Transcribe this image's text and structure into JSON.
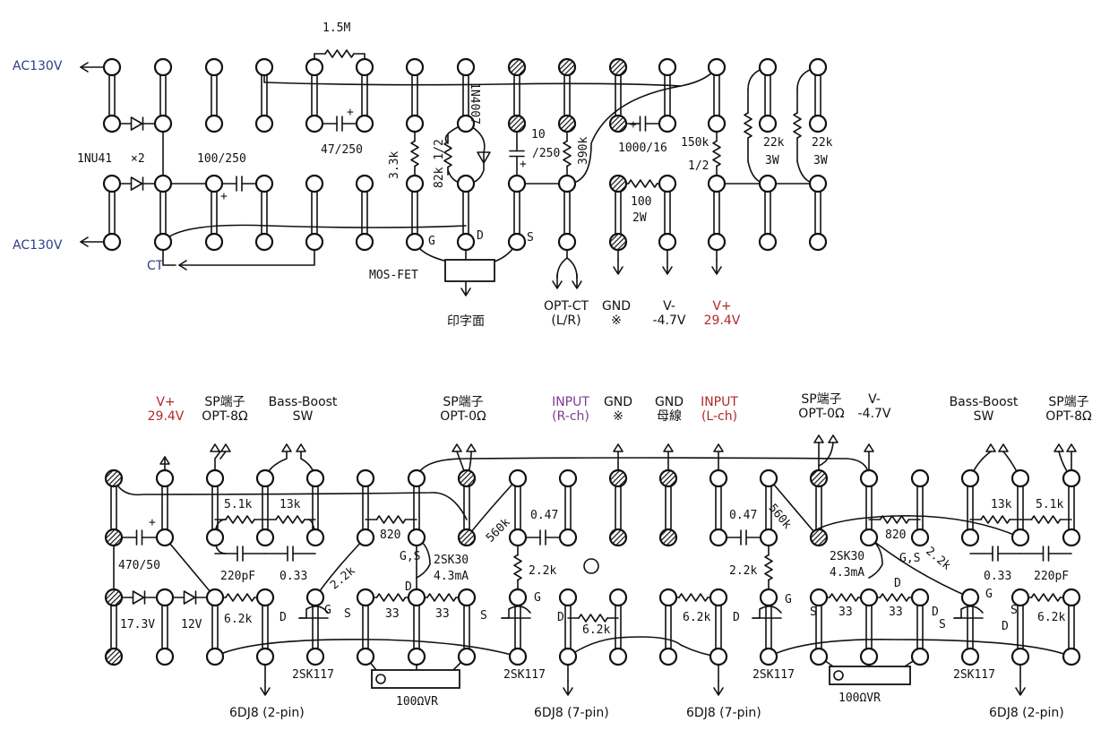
{
  "top_board": {
    "left_terminals": [
      {
        "id": "ac1",
        "text": "AC130V"
      },
      {
        "id": "ac2",
        "text": "AC130V"
      },
      {
        "id": "ct",
        "text": "CT"
      }
    ],
    "components": [
      {
        "id": "r15m",
        "text": "1.5M"
      },
      {
        "id": "diode",
        "text": "1N4007"
      },
      {
        "id": "d1n41",
        "text": "1NU41"
      },
      {
        "id": "x2",
        "text": "×2"
      },
      {
        "id": "c100",
        "text": "100/250"
      },
      {
        "id": "c47",
        "text": "47/250"
      },
      {
        "id": "r33k",
        "text": "3.3k"
      },
      {
        "id": "r82k",
        "text": "82k 1/2"
      },
      {
        "id": "c10",
        "text": "10"
      },
      {
        "id": "c250",
        "text": "/250"
      },
      {
        "id": "r390k",
        "text": "390k"
      },
      {
        "id": "c1000",
        "text": "1000/16"
      },
      {
        "id": "r100",
        "text": "100"
      },
      {
        "id": "r2w",
        "text": "2W"
      },
      {
        "id": "r150k",
        "text": "150k"
      },
      {
        "id": "rhalf",
        "text": "1/2"
      },
      {
        "id": "r22k1",
        "text": "22k"
      },
      {
        "id": "r3w1",
        "text": "3W"
      },
      {
        "id": "r22k2",
        "text": "22k"
      },
      {
        "id": "r3w2",
        "text": "3W"
      },
      {
        "id": "g",
        "text": "G"
      },
      {
        "id": "d",
        "text": "D"
      },
      {
        "id": "s",
        "text": "S"
      },
      {
        "id": "plus1",
        "text": "+"
      },
      {
        "id": "plus2",
        "text": "+"
      },
      {
        "id": "plus3",
        "text": "+"
      },
      {
        "id": "plus4",
        "text": "+"
      }
    ],
    "mosfet": {
      "label": "MOS-FET",
      "note": "印字面"
    },
    "outputs": [
      {
        "id": "optct",
        "line1": "OPT-CT",
        "line2": "(L/R)"
      },
      {
        "id": "gnd",
        "line1": "GND",
        "line2": "※"
      },
      {
        "id": "vminus",
        "line1": "V-",
        "line2": "-4.7V"
      },
      {
        "id": "vplus",
        "line1": "V+",
        "line2": "29.4V"
      }
    ]
  },
  "bottom_board": {
    "top_labels": [
      {
        "id": "vplus",
        "line1": "V+",
        "line2": "29.4V"
      },
      {
        "id": "sp1",
        "line1": "SP端子",
        "line2": "OPT-8Ω"
      },
      {
        "id": "bb1",
        "line1": "Bass-Boost",
        "line2": "SW"
      },
      {
        "id": "sp2",
        "line1": "SP端子",
        "line2": "OPT-0Ω"
      },
      {
        "id": "inr",
        "line1": "INPUT",
        "line2": "(R-ch)"
      },
      {
        "id": "gnd",
        "line1": "GND",
        "line2": "※"
      },
      {
        "id": "gndbus",
        "line1": "GND",
        "line2": "母線"
      },
      {
        "id": "inl",
        "line1": "INPUT",
        "line2": "(L-ch)"
      },
      {
        "id": "sp3",
        "line1": "SP端子",
        "line2": "OPT-0Ω"
      },
      {
        "id": "vminus",
        "line1": "V-",
        "line2": "-4.7V"
      },
      {
        "id": "bb2",
        "line1": "Bass-Boost",
        "line2": "SW"
      },
      {
        "id": "sp4",
        "line1": "SP端子",
        "line2": "OPT-8Ω"
      }
    ],
    "components": [
      {
        "id": "c470",
        "text": "470/50"
      },
      {
        "id": "plus",
        "text": "+"
      },
      {
        "id": "r51k1",
        "text": "5.1k"
      },
      {
        "id": "r13k1",
        "text": "13k"
      },
      {
        "id": "c220p1",
        "text": "220pF"
      },
      {
        "id": "c033a",
        "text": "0.33"
      },
      {
        "id": "r22kA",
        "text": "2.2k"
      },
      {
        "id": "r820a",
        "text": "820"
      },
      {
        "id": "gs1",
        "text": "G,S"
      },
      {
        "id": "fet30a",
        "text": "2SK30"
      },
      {
        "id": "ma1",
        "text": "4.3mA"
      },
      {
        "id": "r560a",
        "text": "560k"
      },
      {
        "id": "c047a",
        "text": "0.47"
      },
      {
        "id": "r22kB",
        "text": "2.2k"
      },
      {
        "id": "c047b",
        "text": "0.47"
      },
      {
        "id": "r560b",
        "text": "560k"
      },
      {
        "id": "r22kC",
        "text": "2.2k"
      },
      {
        "id": "fet30b",
        "text": "2SK30"
      },
      {
        "id": "ma2",
        "text": "4.3mA"
      },
      {
        "id": "gs2",
        "text": "G,S"
      },
      {
        "id": "r820b",
        "text": "820"
      },
      {
        "id": "r22kD",
        "text": "2.2k"
      },
      {
        "id": "r13k2",
        "text": "13k"
      },
      {
        "id": "r51k2",
        "text": "5.1k"
      },
      {
        "id": "c033b",
        "text": "0.33"
      },
      {
        "id": "c220p2",
        "text": "220pF"
      },
      {
        "id": "z173",
        "text": "17.3V"
      },
      {
        "id": "z12",
        "text": "12V"
      },
      {
        "id": "r62k1",
        "text": "6.2k"
      },
      {
        "id": "d1",
        "text": "D"
      },
      {
        "id": "g1",
        "text": "G"
      },
      {
        "id": "s1",
        "text": "S"
      },
      {
        "id": "d2",
        "text": "D"
      },
      {
        "id": "r33a",
        "text": "33"
      },
      {
        "id": "r33b",
        "text": "33"
      },
      {
        "id": "s2",
        "text": "S"
      },
      {
        "id": "g2",
        "text": "G"
      },
      {
        "id": "d3",
        "text": "D"
      },
      {
        "id": "r62k2",
        "text": "6.2k"
      },
      {
        "id": "r62k3",
        "text": "6.2k"
      },
      {
        "id": "d4",
        "text": "D"
      },
      {
        "id": "g3",
        "text": "G"
      },
      {
        "id": "s3",
        "text": "S"
      },
      {
        "id": "d5",
        "text": "D"
      },
      {
        "id": "r33c",
        "text": "33"
      },
      {
        "id": "r33d",
        "text": "33"
      },
      {
        "id": "d6",
        "text": "D"
      },
      {
        "id": "s4",
        "text": "S"
      },
      {
        "id": "g4",
        "text": "G"
      },
      {
        "id": "s5",
        "text": "S"
      },
      {
        "id": "d7",
        "text": "D"
      },
      {
        "id": "r62k4",
        "text": "6.2k"
      },
      {
        "id": "fet117a",
        "text": "2SK117"
      },
      {
        "id": "vr1",
        "text": "100ΩVR"
      },
      {
        "id": "fet117b",
        "text": "2SK117"
      },
      {
        "id": "fet117c",
        "text": "2SK117"
      },
      {
        "id": "vr2",
        "text": "100ΩVR"
      },
      {
        "id": "fet117d",
        "text": "2SK117"
      }
    ],
    "bottom_labels": [
      {
        "id": "t1",
        "text": "6DJ8 (2-pin)"
      },
      {
        "id": "t2",
        "text": "6DJ8 (7-pin)"
      },
      {
        "id": "t3",
        "text": "6DJ8 (7-pin)"
      },
      {
        "id": "t4",
        "text": "6DJ8 (2-pin)"
      }
    ]
  },
  "colors": {
    "blue": "#2b3f86",
    "red": "#b02a2a",
    "purple": "#7b3c8e",
    "ink": "#111111"
  }
}
